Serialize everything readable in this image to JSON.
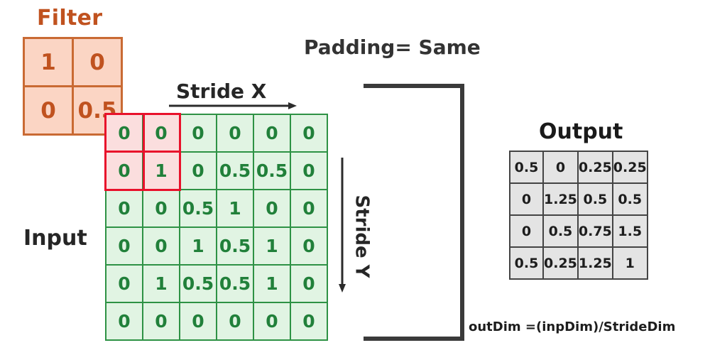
{
  "filter": {
    "title": "Filter",
    "rows": [
      [
        "1",
        "0"
      ],
      [
        "0",
        "0.5"
      ]
    ],
    "fill_color": "#fbd5c4",
    "border_color": "#c96a33",
    "text_color": "#c0521f"
  },
  "input": {
    "label": "Input",
    "rows": [
      [
        "0",
        "0",
        "0",
        "0",
        "0",
        "0"
      ],
      [
        "0",
        "1",
        "0",
        "0.5",
        "0.5",
        "0"
      ],
      [
        "0",
        "0",
        "0.5",
        "1",
        "0",
        "0"
      ],
      [
        "0",
        "0",
        "1",
        "0.5",
        "1",
        "0"
      ],
      [
        "0",
        "1",
        "0.5",
        "0.5",
        "1",
        "0"
      ],
      [
        "0",
        "0",
        "0",
        "0",
        "0",
        "0"
      ]
    ],
    "highlight_cells": [
      [
        0,
        0
      ],
      [
        0,
        1
      ],
      [
        1,
        0
      ],
      [
        1,
        1
      ]
    ],
    "fill_color": "#e1f4e3",
    "border_color": "#2e9245",
    "text_color": "#21803a",
    "highlight_fill": "#fbdede",
    "highlight_border": "#e8112b"
  },
  "annotations": {
    "stride_x": "Stride X",
    "stride_y": "Stride Y",
    "padding": "Padding= Same"
  },
  "output": {
    "title": "Output",
    "rows": [
      [
        "0.5",
        "0",
        "0.25",
        "0.25"
      ],
      [
        "0",
        "1.25",
        "0.5",
        "0.5"
      ],
      [
        "0",
        "0.5",
        "0.75",
        "1.5"
      ],
      [
        "0.5",
        "0.25",
        "1.25",
        "1"
      ]
    ],
    "formula": "outDim =(inpDim)/StrideDim",
    "fill_color": "#e4e4e4",
    "border_color": "#444444",
    "text_color": "#1d1d1d"
  },
  "chart_data": {
    "type": "table",
    "title": "2D Convolution with Same Padding",
    "filter_kernel": [
      [
        1,
        0
      ],
      [
        0,
        0.5
      ]
    ],
    "input_matrix": [
      [
        0,
        0,
        0,
        0,
        0,
        0
      ],
      [
        0,
        1,
        0,
        0.5,
        0.5,
        0
      ],
      [
        0,
        0,
        0.5,
        1,
        0,
        0
      ],
      [
        0,
        0,
        1,
        0.5,
        1,
        0
      ],
      [
        0,
        1,
        0.5,
        0.5,
        1,
        0
      ],
      [
        0,
        0,
        0,
        0,
        0,
        0
      ]
    ],
    "output_matrix": [
      [
        0.5,
        0,
        0.25,
        0.25
      ],
      [
        0,
        1.25,
        0.5,
        0.5
      ],
      [
        0,
        0.5,
        0.75,
        1.5
      ],
      [
        0.5,
        0.25,
        1.25,
        1
      ]
    ],
    "padding": "Same",
    "stride_x_label": "Stride X",
    "stride_y_label": "Stride Y",
    "formula": "outDim =(inpDim)/StrideDim"
  }
}
